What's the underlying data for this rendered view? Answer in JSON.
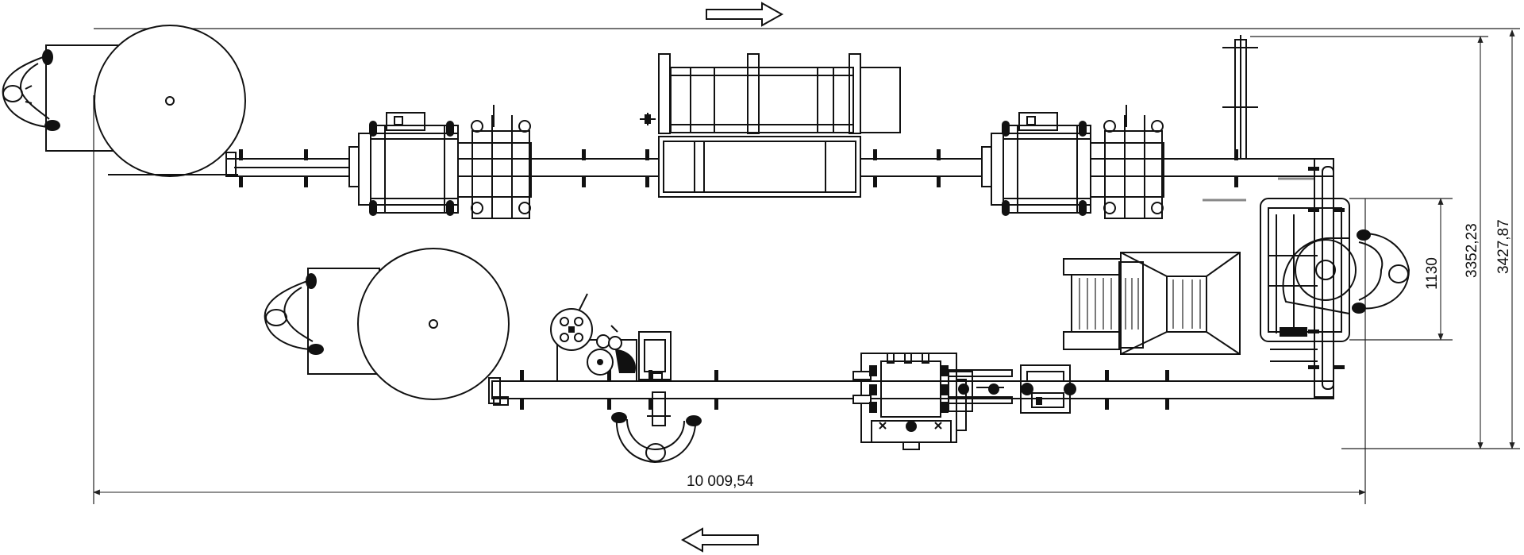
{
  "dimensions": {
    "total_length": "10 009,54",
    "outer_height": "3427,87",
    "inner_height": "3352,23",
    "module_height": "1130"
  },
  "flow": {
    "top_direction": "right-arrow",
    "bottom_direction": "left-arrow"
  },
  "colors": {
    "line": "#111111",
    "background": "#ffffff",
    "accent_gray": "#888888"
  }
}
